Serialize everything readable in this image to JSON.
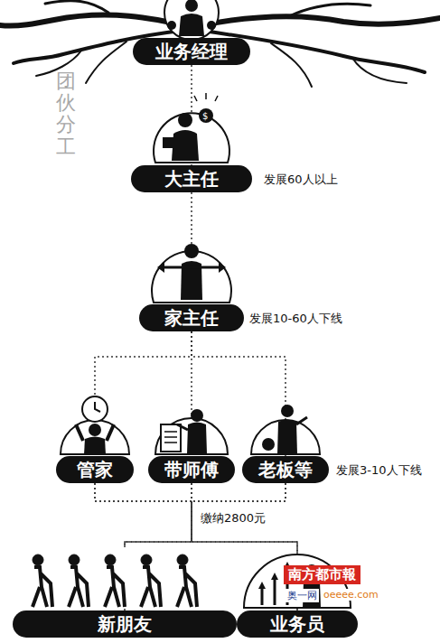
{
  "diagram": {
    "nodes": [
      {
        "text": [
          "业务经理"
        ]
      },
      {
        "text": [
          "大主任"
        ]
      },
      {
        "text": [
          "家主任"
        ]
      },
      {
        "text": [
          "管家"
        ]
      },
      {
        "text": [
          "带师傅"
        ]
      },
      {
        "text": [
          "老板等"
        ]
      },
      {
        "text": [
          "新朋友"
        ]
      },
      {
        "text": [
          "业务员"
        ]
      }
    ],
    "edges": [
      {
        "from": 0,
        "to": 1,
        "arrow": "none"
      },
      {
        "from": 1,
        "to": 2,
        "arrow": "none"
      },
      {
        "from": 2,
        "to": 3,
        "arrow": "none"
      },
      {
        "from": 2,
        "to": 4,
        "arrow": "none"
      },
      {
        "from": 2,
        "to": 5,
        "arrow": "none"
      },
      {
        "from": 3,
        "to": 6,
        "arrow": "none"
      },
      {
        "from": 4,
        "to": 6,
        "arrow": "none"
      },
      {
        "from": 5,
        "to": 6,
        "arrow": "none"
      },
      {
        "from": 3,
        "to": 7,
        "arrow": "none"
      },
      {
        "from": 4,
        "to": 7,
        "arrow": "none"
      },
      {
        "from": 5,
        "to": 7,
        "arrow": "none"
      }
    ],
    "labels": [
      "团伙分工",
      "发展60人以上",
      "发展10-60人下线",
      "发展3-10人下线",
      "缴纳2800元",
      "南方都市報",
      "奥一网",
      "oeeee.com"
    ]
  }
}
